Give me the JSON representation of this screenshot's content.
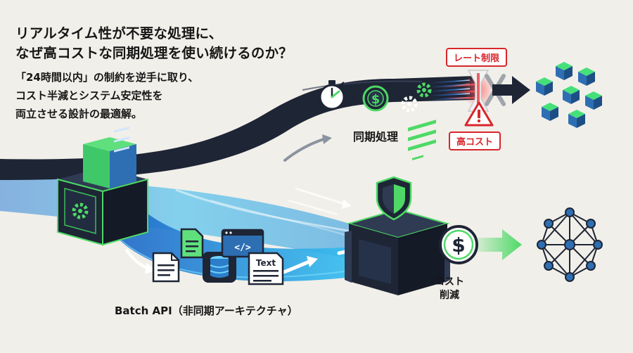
{
  "headline": {
    "line1": "リアルタイム性が不要な処理に、",
    "line2": "なぜ高コストな同期処理を使い続けるのか？"
  },
  "subhead": {
    "line1": "「24時間以内」の制約を逆手に取り、",
    "line2": "コスト半減とシステム安定性を",
    "line3": "両立させる設計の最適解。"
  },
  "sync": {
    "label": "同期処理",
    "rate_limit_badge": "レート制限",
    "high_cost_badge": "高コスト"
  },
  "batch": {
    "label": "Batch API（非同期アーキテクチャ）",
    "doc_text": "Text",
    "code_glyph": "</>",
    "cost_reduction_line1": "コスト",
    "cost_reduction_line2": "削減"
  },
  "icons": {
    "dollar_glyph": "$"
  },
  "colors": {
    "background": "#f1efe9",
    "sync_band": "#1e2535",
    "batch_flow": "#1fa8e8",
    "accent_green": "#4ed966",
    "alert_red": "#d8262c",
    "node_blue": "#2e6fb3",
    "text": "#161616"
  }
}
